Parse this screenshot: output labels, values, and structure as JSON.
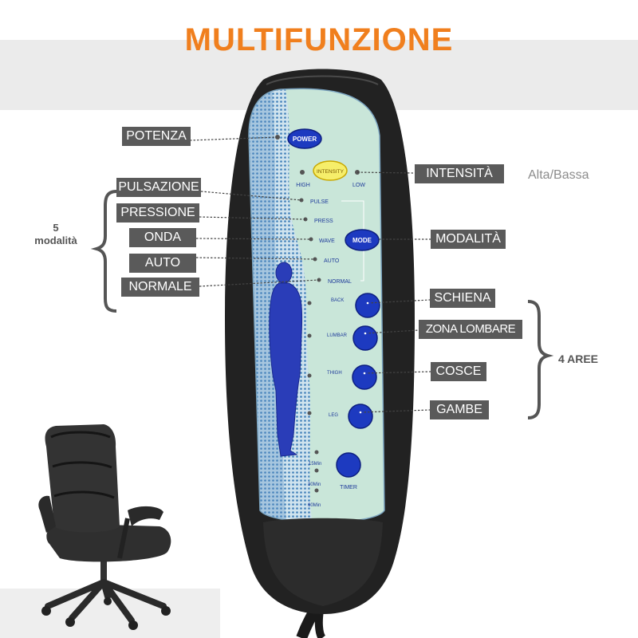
{
  "title": "MULTIFUNZIONE",
  "colors": {
    "title": "#f07f1e",
    "label_bg": "#5a5a5a",
    "button_blue": "#1d3ac0",
    "intensity_yellow": "#f6ee6a",
    "remote_body": "#202020",
    "panel_mint": "#c9e6d9"
  },
  "left_labels": {
    "potenza": "POTENZA",
    "pulsazione": "PULSAZIONE",
    "pressione": "PRESSIONE",
    "onda": "ONDA",
    "auto": "AUTO",
    "normale": "NORMALE"
  },
  "right_labels": {
    "intensita": "INTENSITÀ",
    "modalita": "MODALITÀ",
    "schiena": "SCHIENA",
    "zona_lombare": "ZONA LOMBARE",
    "cosce": "COSCE",
    "gambe": "GAMBE"
  },
  "alta_bassa": "Alta/Bassa",
  "modes_group": {
    "number": "5",
    "text": "modalità"
  },
  "areas_group": "4 AREE",
  "remote": {
    "power": "POWER",
    "intensity": "INTENSITY",
    "high": "HIGH",
    "low": "LOW",
    "mode": "MODE",
    "modes": [
      "PULSE",
      "PRESS",
      "WAVE",
      "AUTO",
      "NORMAL"
    ],
    "areas": [
      "BACK",
      "LUMBAR",
      "THIGH",
      "LEG"
    ],
    "timer": "TIMER",
    "timer_options": [
      "15Min",
      "30Min",
      "60Min"
    ]
  }
}
